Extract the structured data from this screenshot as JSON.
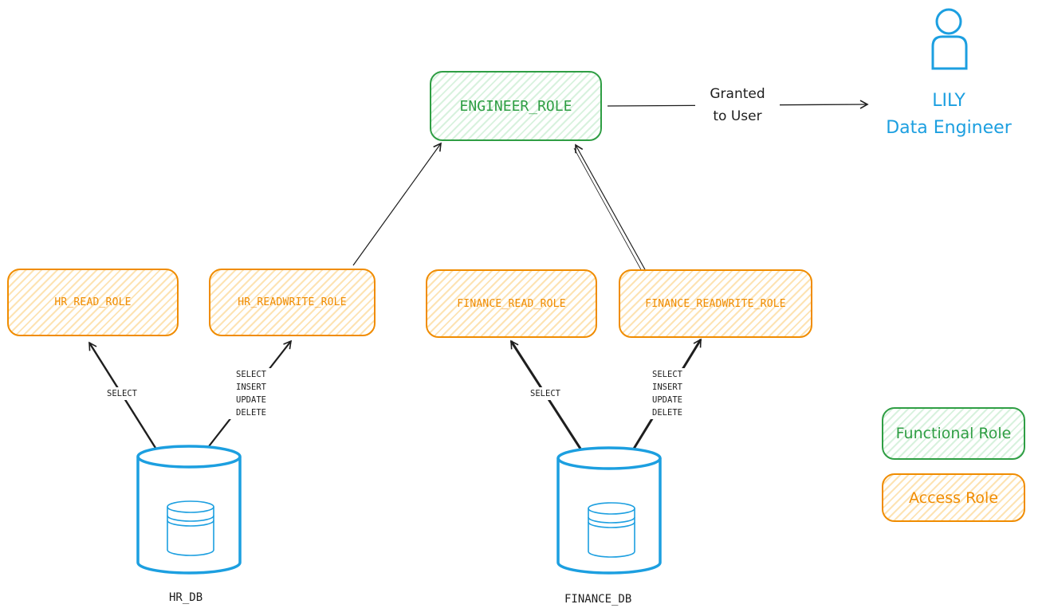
{
  "functional_role": {
    "label": "ENGINEER_ROLE"
  },
  "grant": {
    "line1": "Granted",
    "line2": "to User"
  },
  "user": {
    "name": "LILY",
    "title": "Data Engineer"
  },
  "access_roles": [
    {
      "label": "HR_READ_ROLE"
    },
    {
      "label": "HR_READWRITE_ROLE"
    },
    {
      "label": "FINANCE_READ_ROLE"
    },
    {
      "label": "FINANCE_READWRITE_ROLE"
    }
  ],
  "privileges": {
    "read": [
      "SELECT"
    ],
    "readwrite": [
      "SELECT",
      "INSERT",
      "UPDATE",
      "DELETE"
    ]
  },
  "databases": [
    {
      "label": "HR_DB"
    },
    {
      "label": "FINANCE_DB"
    }
  ],
  "legend": {
    "functional": "Functional Role",
    "access": "Access Role"
  },
  "colors": {
    "functional": "#2f9e44",
    "access": "#f08c00",
    "database": "#1c9fe0",
    "user": "#1c9fe0"
  },
  "icons": [
    "database-icon",
    "user-icon"
  ]
}
